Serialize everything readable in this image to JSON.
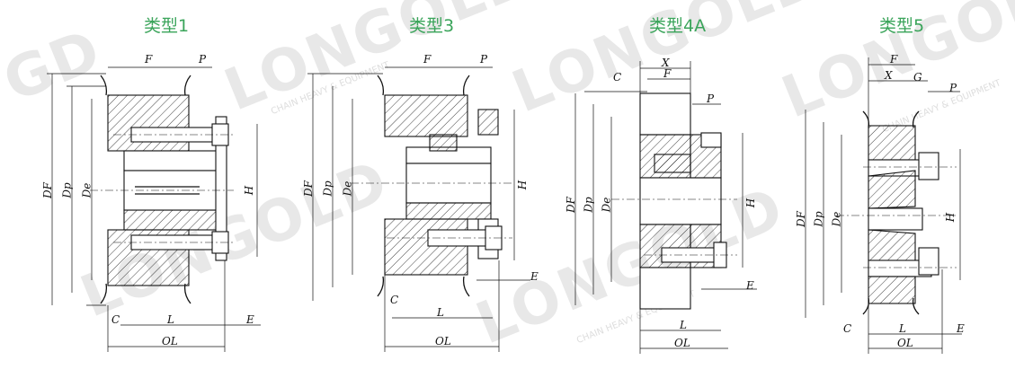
{
  "watermark": {
    "brand": "LONGOLD",
    "tagline": "CHAIN HEAVY & EQUIPMENT",
    "logo": "GD"
  },
  "types": [
    {
      "title": "类型1",
      "labels": [
        "F",
        "P",
        "DF",
        "Dp",
        "De",
        "H",
        "C",
        "L",
        "E",
        "OL"
      ]
    },
    {
      "title": "类型3",
      "labels": [
        "F",
        "P",
        "DF",
        "Dp",
        "De",
        "H",
        "C",
        "L",
        "E",
        "OL"
      ]
    },
    {
      "title": "类型4A",
      "labels": [
        "X",
        "F",
        "C",
        "P",
        "DF",
        "Dp",
        "De",
        "H",
        "E",
        "L",
        "OL"
      ]
    },
    {
      "title": "类型5",
      "labels": [
        "F",
        "X",
        "G",
        "P",
        "DF",
        "Dp",
        "De",
        "H",
        "C",
        "L",
        "E",
        "OL"
      ]
    }
  ],
  "colors": {
    "title": "#3aa45a",
    "line": "#111111",
    "watermark": "#d7d7d7"
  }
}
